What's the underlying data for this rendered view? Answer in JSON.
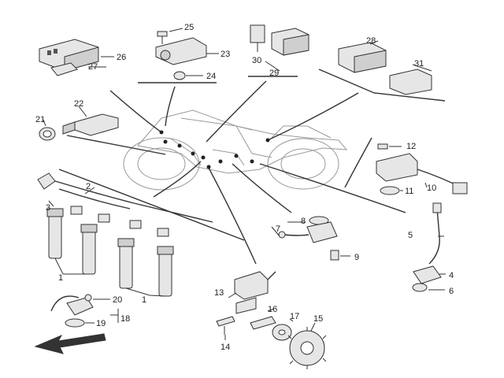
{
  "diagram": {
    "callouts": [
      {
        "id": "c1a",
        "text": "1"
      },
      {
        "id": "c1b",
        "text": "1"
      },
      {
        "id": "c2",
        "text": "2"
      },
      {
        "id": "c3",
        "text": "3"
      },
      {
        "id": "c4",
        "text": "4"
      },
      {
        "id": "c5",
        "text": "5"
      },
      {
        "id": "c6",
        "text": "6"
      },
      {
        "id": "c7",
        "text": "7"
      },
      {
        "id": "c8",
        "text": "8"
      },
      {
        "id": "c9",
        "text": "9"
      },
      {
        "id": "c10",
        "text": "10"
      },
      {
        "id": "c11",
        "text": "11"
      },
      {
        "id": "c12",
        "text": "12"
      },
      {
        "id": "c13",
        "text": "13"
      },
      {
        "id": "c14",
        "text": "14"
      },
      {
        "id": "c15",
        "text": "15"
      },
      {
        "id": "c16",
        "text": "16"
      },
      {
        "id": "c17",
        "text": "17"
      },
      {
        "id": "c18",
        "text": "18"
      },
      {
        "id": "c19",
        "text": "19"
      },
      {
        "id": "c20",
        "text": "20"
      },
      {
        "id": "c21",
        "text": "21"
      },
      {
        "id": "c22",
        "text": "22"
      },
      {
        "id": "c23",
        "text": "23"
      },
      {
        "id": "c24",
        "text": "24"
      },
      {
        "id": "c25",
        "text": "25"
      },
      {
        "id": "c26",
        "text": "26"
      },
      {
        "id": "c27",
        "text": "27"
      },
      {
        "id": "c28",
        "text": "28"
      },
      {
        "id": "c29",
        "text": "29"
      },
      {
        "id": "c30",
        "text": "30"
      },
      {
        "id": "c31",
        "text": "31"
      }
    ],
    "colors": {
      "line": "#333333",
      "part": "#e6e6e6",
      "bike": "#9a9a9a"
    }
  }
}
